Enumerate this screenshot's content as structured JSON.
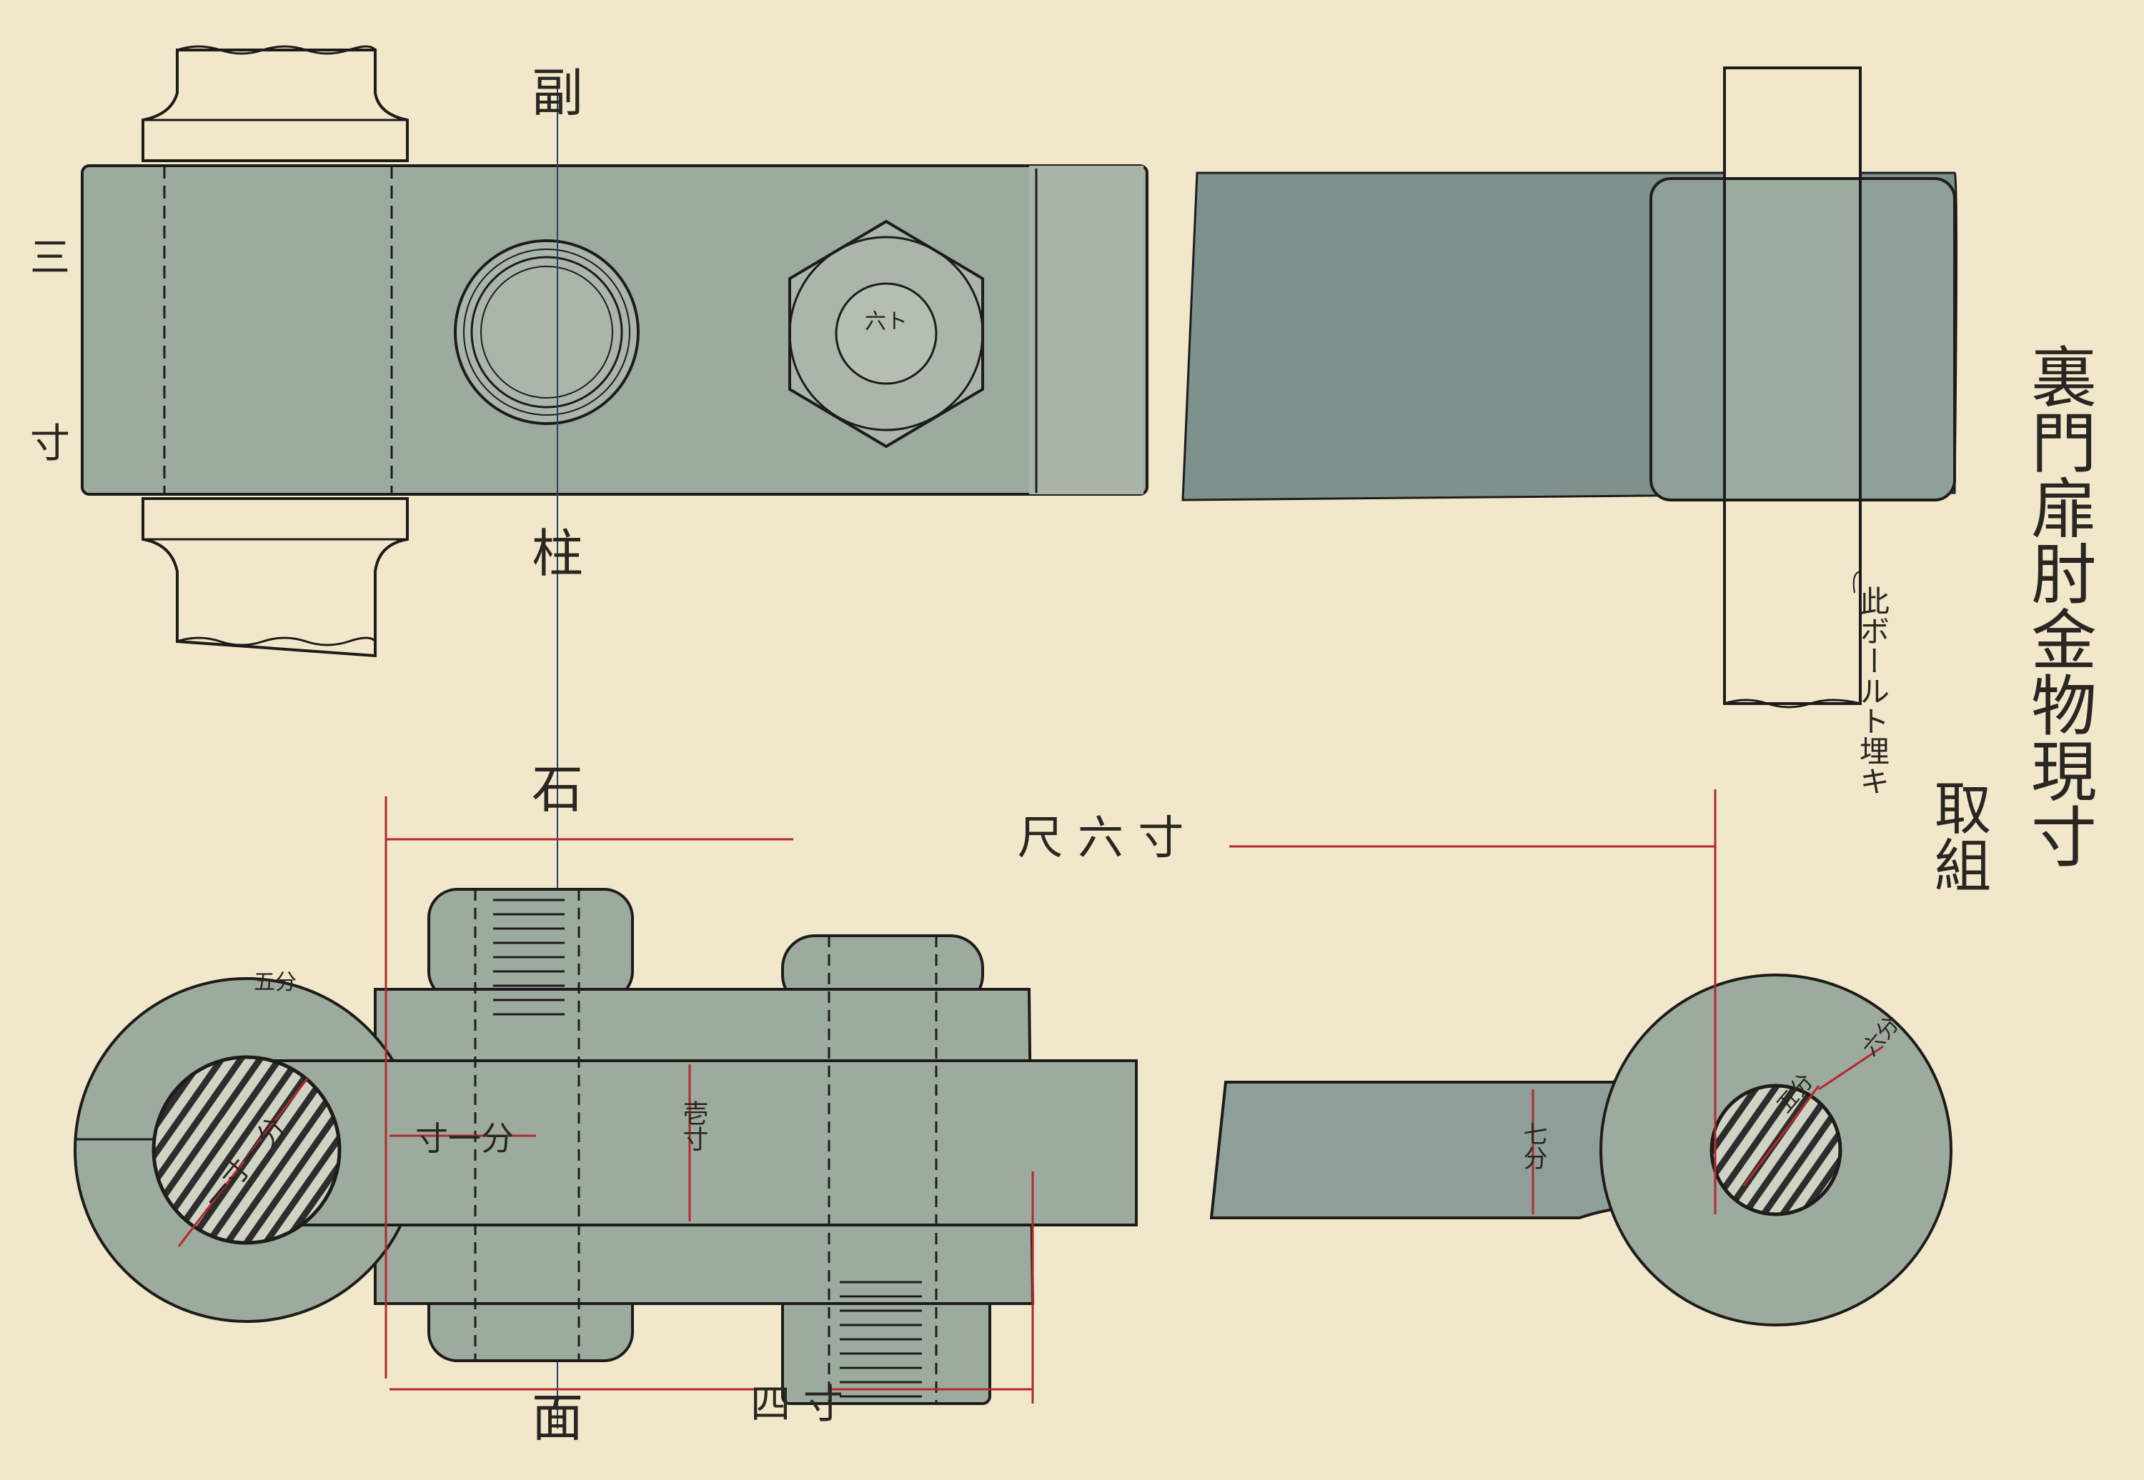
{
  "title": "裏門扉肘金物現寸",
  "subtitle": "取組",
  "labels": {
    "fuku": "副",
    "hashira": "柱",
    "ishi": "石",
    "men": "面",
    "san_sun_top": "三",
    "san_sun_bottom": "寸",
    "nut_marking": "六ト",
    "bolt_note": "此ボールト埋キ"
  },
  "dimensions": {
    "overall_length": "尺 六 寸",
    "lower_length": "四 寸",
    "ring_width": "五分",
    "pin_diameter": "一寸一分",
    "gap": "寸一分",
    "strap_height": "壱寸",
    "right_strap_height": "七分",
    "right_ring_width": "六分",
    "right_pin_diameter": "五分"
  },
  "colors": {
    "paper": "#f1e8cc",
    "metal": "#9dab9e",
    "metal_dark": "#7f918c",
    "ink": "#1e1c1a",
    "red_dim": "#b4292c"
  }
}
